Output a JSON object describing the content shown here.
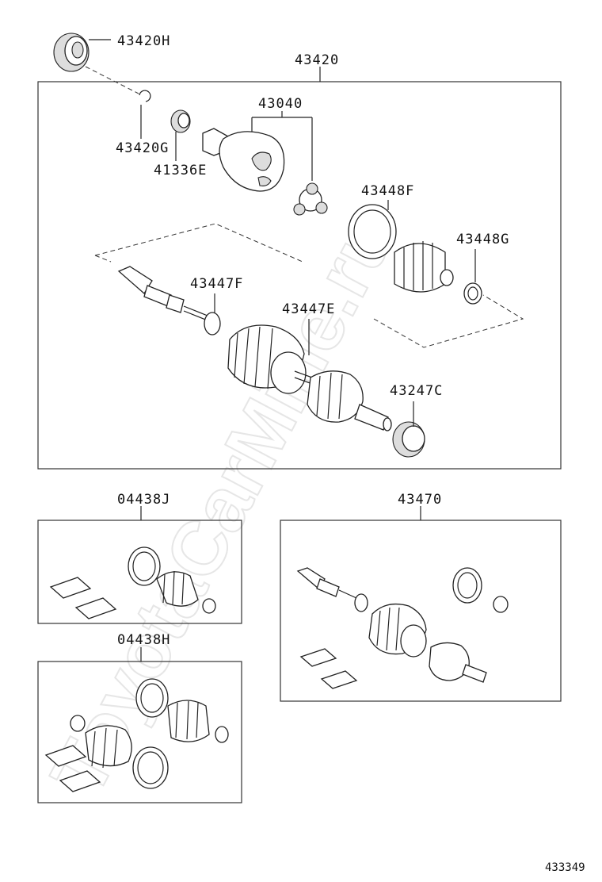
{
  "watermark": "ToyotaCarMine.ru",
  "labels": {
    "p43420H": "43420H",
    "p43420": "43420",
    "p43040": "43040",
    "p43420G": "43420G",
    "p41336E": "41336E",
    "p43448F": "43448F",
    "p43448G": "43448G",
    "p43447F": "43447F",
    "p43447E": "43447E",
    "p43247C": "43247C",
    "p04438J": "04438J",
    "p43470": "43470",
    "p04438H": "04438H"
  },
  "diagram_ref": "433349"
}
